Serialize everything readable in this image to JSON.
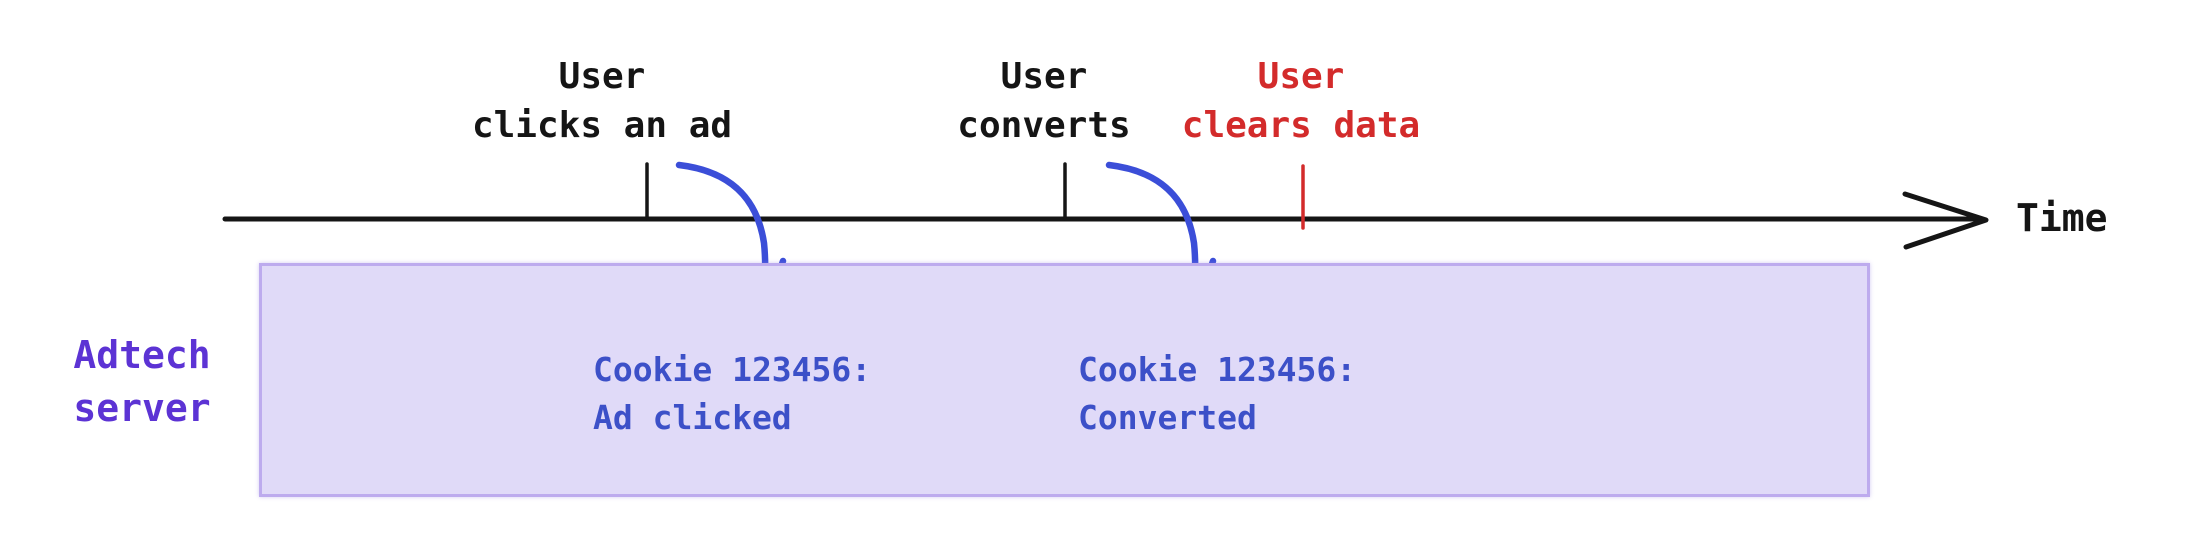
{
  "timeline": {
    "axis_label": "Time",
    "events": [
      {
        "line1": "User",
        "line2": "clicks an ad",
        "color": "black"
      },
      {
        "line1": "User",
        "line2": "converts",
        "color": "black"
      },
      {
        "line1": "User",
        "line2": "clears data",
        "color": "red"
      }
    ]
  },
  "server": {
    "label_line1": "Adtech",
    "label_line2": "server",
    "records": [
      {
        "line1": "Cookie 123456:",
        "line2": "Ad clicked"
      },
      {
        "line1": "Cookie 123456:",
        "line2": "Converted"
      }
    ]
  },
  "colors": {
    "axis_black": "#151515",
    "event_red": "#d32b2b",
    "arrow_blue": "#3b4ed8",
    "record_blue": "#3c50c8",
    "server_purple": "#5c33d4",
    "box_fill": "#e0daf8",
    "box_border": "#bdabee"
  }
}
